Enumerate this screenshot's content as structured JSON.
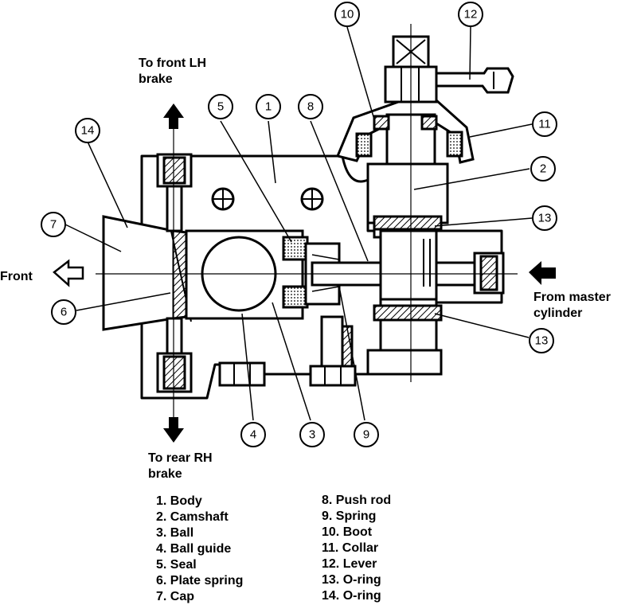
{
  "labels": {
    "to_front_lh_line1": "To front LH",
    "to_front_lh_line2": "brake",
    "to_rear_rh_line1": "To rear RH",
    "to_rear_rh_line2": "brake",
    "front": "Front",
    "from_master_line1": "From master",
    "from_master_line2": "cylinder"
  },
  "callouts": [
    "1",
    "2",
    "3",
    "4",
    "5",
    "6",
    "7",
    "8",
    "9",
    "10",
    "11",
    "12",
    "13",
    "13",
    "14"
  ],
  "legend": {
    "left": [
      "1. Body",
      "2. Camshaft",
      "3. Ball",
      "4. Ball guide",
      "5. Seal",
      "6. Plate spring",
      "7. Cap"
    ],
    "right": [
      "8. Push rod",
      "9. Spring",
      "10. Boot",
      "11. Collar",
      "12. Lever",
      "13. O-ring",
      "14. O-ring"
    ]
  }
}
